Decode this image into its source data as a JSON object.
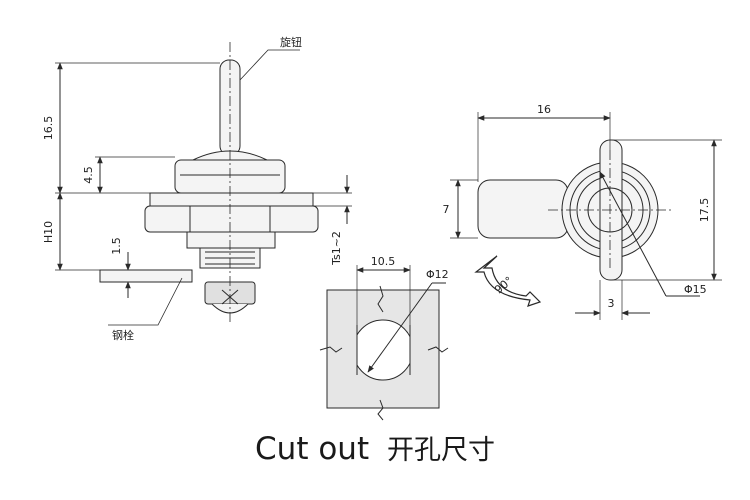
{
  "caption": {
    "en": "Cut out",
    "cn": "开孔尺寸"
  },
  "side_view": {
    "dim_height": "16.5",
    "dim_flange": "4.5",
    "dim_h": "H10",
    "dim_cam": "1.5",
    "dim_ts": "Ts1~2",
    "label_knob": "旋钮",
    "label_cam": "钢栓"
  },
  "cutout": {
    "width": "10.5",
    "diameter": "Φ12"
  },
  "front_view": {
    "width": "16",
    "height_left": "7",
    "height_right": "17.5",
    "rotation": "90°",
    "diameter": "Φ15",
    "offset": "3"
  },
  "colors": {
    "line": "#2a2a2a",
    "part": "#f4f4f4",
    "panel": "#e6e6e6",
    "dark": "#555555"
  }
}
